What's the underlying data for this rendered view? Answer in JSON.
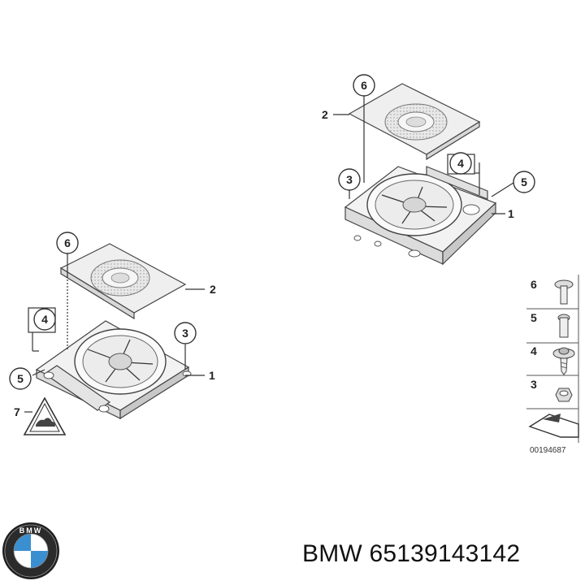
{
  "footer": {
    "brand": "BMW",
    "part_number": "65139143142",
    "logo_letters": "BMW"
  },
  "diagram_code": "00194687",
  "callouts": {
    "one": "1",
    "two": "2",
    "three": "3",
    "four": "4",
    "five": "5",
    "six": "6",
    "seven": "7"
  },
  "legend": {
    "items": [
      {
        "number": "6",
        "part": "screw-icon"
      },
      {
        "number": "5",
        "part": "bolt-icon"
      },
      {
        "number": "4",
        "part": "flange-screw-icon"
      },
      {
        "number": "3",
        "part": "nut-icon"
      }
    ]
  },
  "colors": {
    "line": "#333333",
    "fill": "#ececec",
    "fill_dark": "#cfcfcf",
    "logo_blue": "#3a8fd0"
  }
}
